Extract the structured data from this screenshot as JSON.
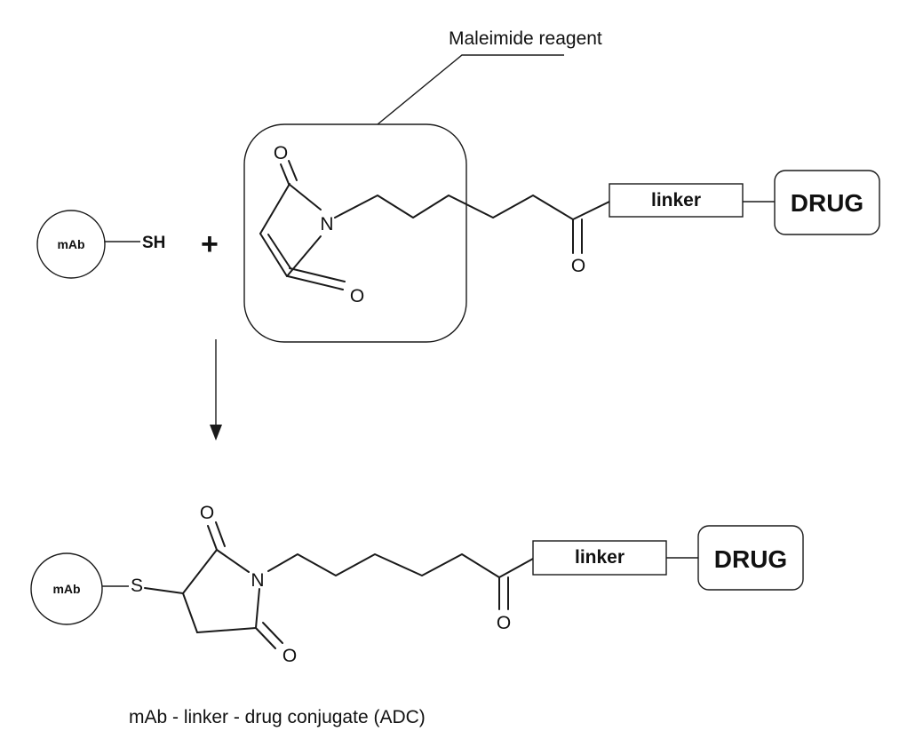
{
  "labels": {
    "reagent_callout": "Maleimide reagent",
    "plus_sign": "+",
    "product_caption": "mAb - linker - drug conjugate (ADC)"
  },
  "reactant": {
    "antibody_label": "mAb",
    "thiol_label": "SH",
    "maleimide_atoms": {
      "nitrogen": "N",
      "oxygen_top": "O",
      "oxygen_bottom": "O",
      "oxygen_carbonyl": "O"
    },
    "linker_label": "linker",
    "drug_label": "DRUG"
  },
  "product": {
    "antibody_label": "mAb",
    "sulfur_label": "S",
    "succinimide_atoms": {
      "nitrogen": "N",
      "oxygen_top": "O",
      "oxygen_bottom": "O",
      "oxygen_carbonyl": "O"
    },
    "linker_label": "linker",
    "drug_label": "DRUG"
  }
}
